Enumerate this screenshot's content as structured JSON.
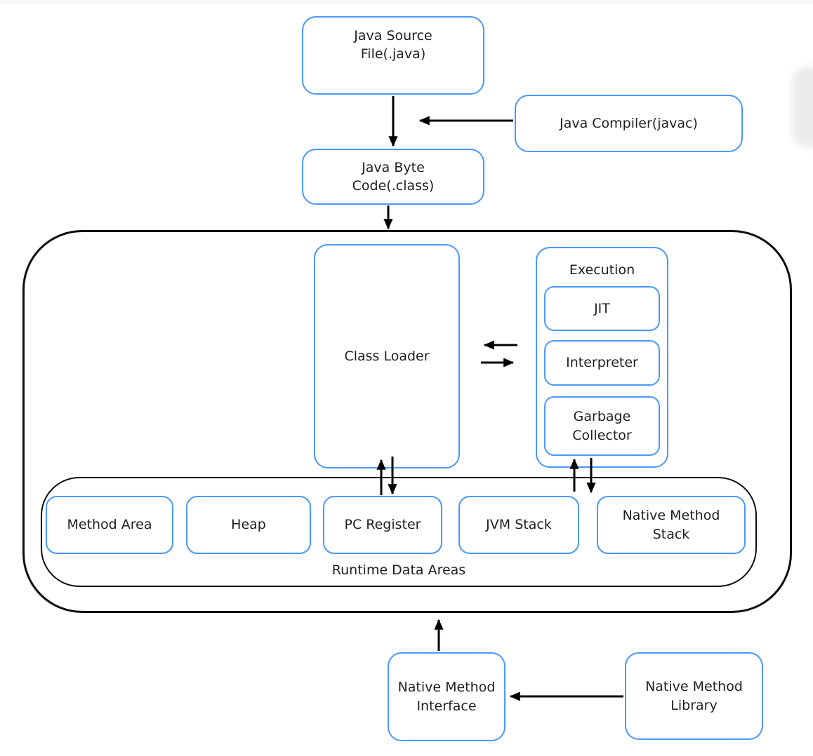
{
  "colors": {
    "box_border": "#4a98fb",
    "container_border": "#0d0d0d",
    "arrow": "#000000",
    "text": "#1f1f1f",
    "background": "#ffffff"
  },
  "nodes": {
    "java_source": {
      "label": "Java Source\nFile(.java)"
    },
    "java_compiler": {
      "label": "Java Compiler(javac)"
    },
    "java_bytecode": {
      "label": "Java Byte\nCode(.class)"
    },
    "class_loader": {
      "label": "Class Loader"
    },
    "execution": {
      "label": "Execution"
    },
    "jit": {
      "label": "JIT"
    },
    "interpreter": {
      "label": "Interpreter"
    },
    "garbage_collector": {
      "label": "Garbage\nCollector"
    },
    "method_area": {
      "label": "Method Area"
    },
    "heap": {
      "label": "Heap"
    },
    "pc_register": {
      "label": "PC Register"
    },
    "jvm_stack": {
      "label": "JVM Stack"
    },
    "native_method_stack": {
      "label": "Native Method\nStack"
    },
    "runtime_data_areas": {
      "label": "Runtime Data Areas"
    },
    "native_method_interface": {
      "label": "Native Method\nInterface"
    },
    "native_method_library": {
      "label": "Native Method\nLibrary"
    }
  }
}
